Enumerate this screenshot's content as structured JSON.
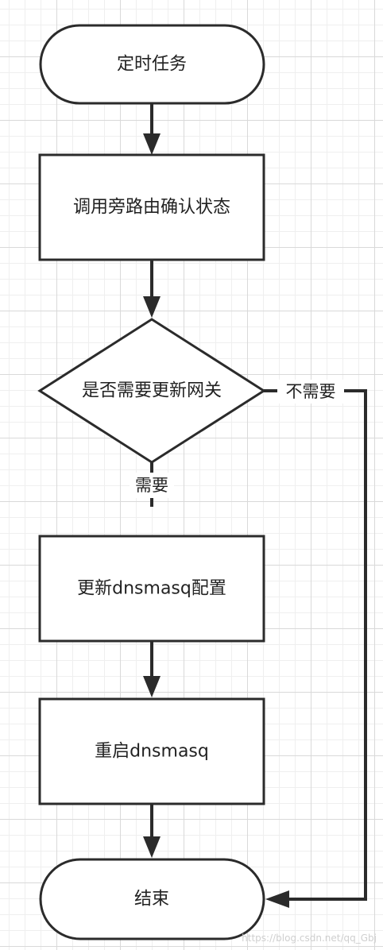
{
  "diagram": {
    "type": "flowchart",
    "nodes": {
      "start": "定时任务",
      "check_status": "调用旁路由确认状态",
      "decision": "是否需要更新网关",
      "update_config": "更新dnsmasq配置",
      "restart": "重启dnsmasq",
      "end": "结束"
    },
    "edges": {
      "yes_label": "需要",
      "no_label": "不需要"
    }
  },
  "watermark": "https://blog.csdn.net/qq_Gbj"
}
